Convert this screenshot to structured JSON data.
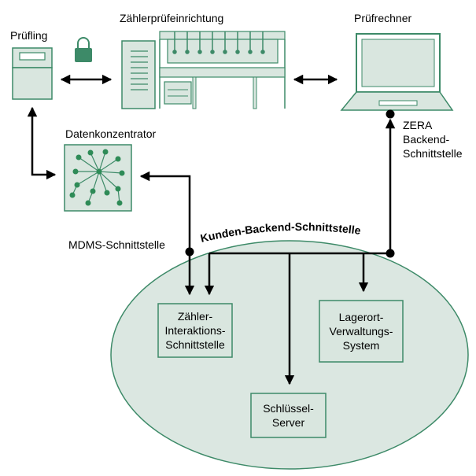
{
  "labels": {
    "pruefling": "Prüfling",
    "zaehlerpruefeinrichtung": "Zählerprüfeinrichtung",
    "pruefrechner": "Prüfrechner",
    "datenkonzentrator": "Datenkonzentrator",
    "zera_line1": "ZERA",
    "zera_line2": "Backend-",
    "zera_line3": "Schnittstelle",
    "mdms": "MDMS-Schnittstelle",
    "kunden_backend": "Kunden-Backend-Schnittstelle"
  },
  "boxes": {
    "zaehler_interaktion": [
      "Zähler-",
      "Interaktions-",
      "Schnittstelle"
    ],
    "lagerort": [
      "Lagerort-",
      "Verwaltungs-",
      "System"
    ],
    "schluessel": [
      "Schlüssel-",
      "Server"
    ]
  },
  "colors": {
    "fill": "#dbe7e1",
    "stroke": "#3d8a68",
    "device_fill": "#d9e6df",
    "accent": "#2e8b57",
    "line": "#000000"
  },
  "icons": {
    "lock": "lock-icon",
    "network": "network-icon"
  }
}
